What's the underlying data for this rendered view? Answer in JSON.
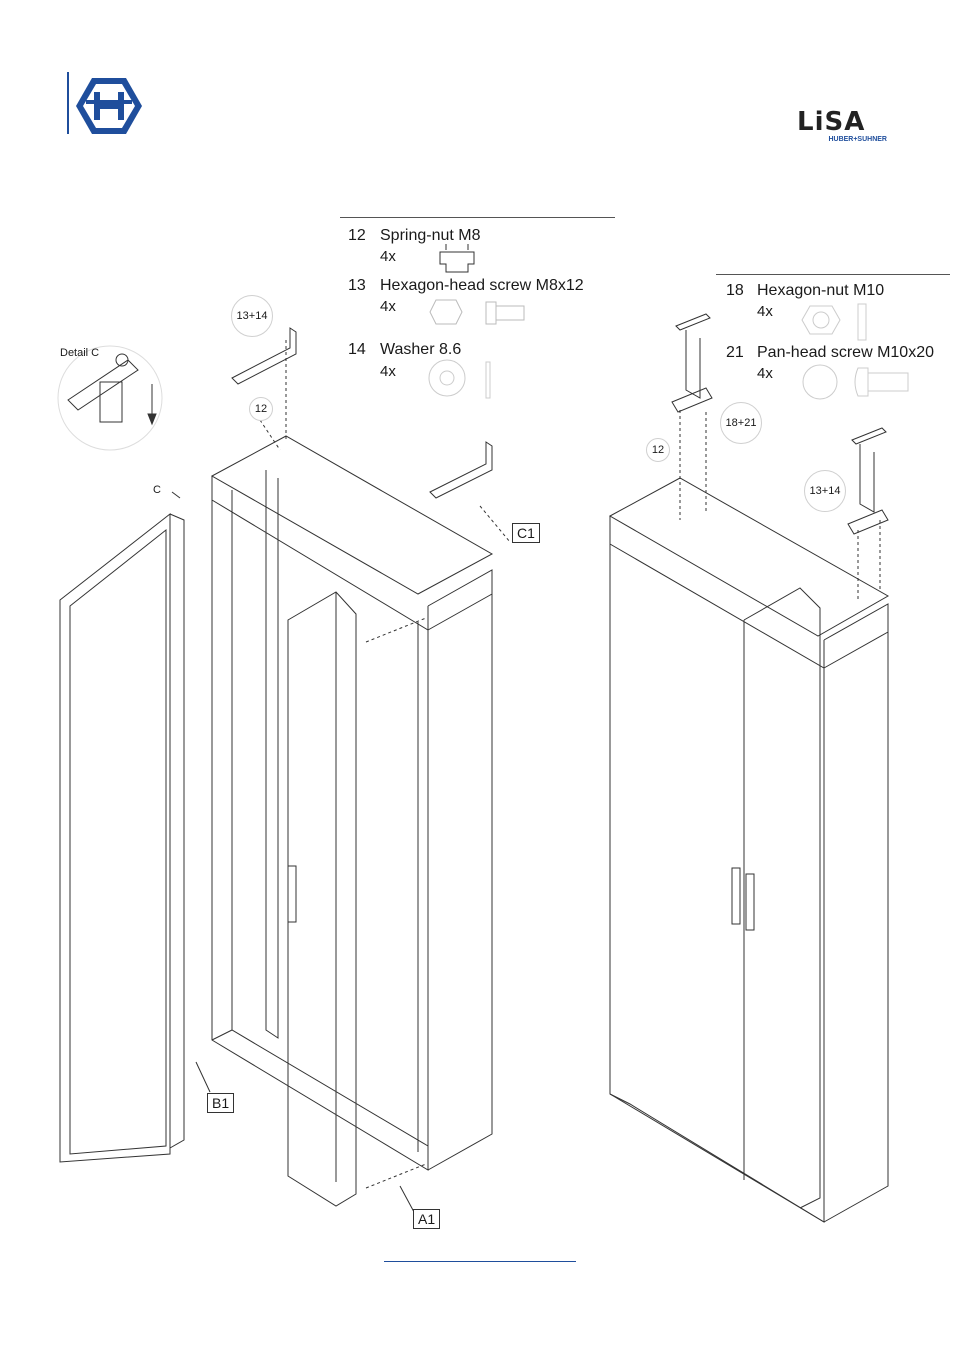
{
  "colors": {
    "brand_blue": "#1f4e9c",
    "line": "#333333"
  },
  "logos": {
    "left": "hexagon-H-logo",
    "right_text": "LiSA",
    "right_sub": "HUBER+SUHNER"
  },
  "parts_left": [
    {
      "num": "12",
      "name": "Spring-nut M8",
      "qty": "4x"
    },
    {
      "num": "13",
      "name": "Hexagon-head screw M8x12",
      "qty": "4x"
    },
    {
      "num": "14",
      "name": "Washer 8.6",
      "qty": "4x"
    }
  ],
  "parts_right": [
    {
      "num": "18",
      "name": "Hexagon-nut M10",
      "qty": "4x"
    },
    {
      "num": "21",
      "name": "Pan-head screw M10x20",
      "qty": "4x"
    }
  ],
  "callouts": {
    "b1314_left": "13+14",
    "b12_left": "12",
    "b1821": "18+21",
    "b12_right": "12",
    "b1314_right": "13+14",
    "detail": "Detail C",
    "c": "C",
    "a1": "A1",
    "b1": "B1",
    "c1": "C1"
  }
}
